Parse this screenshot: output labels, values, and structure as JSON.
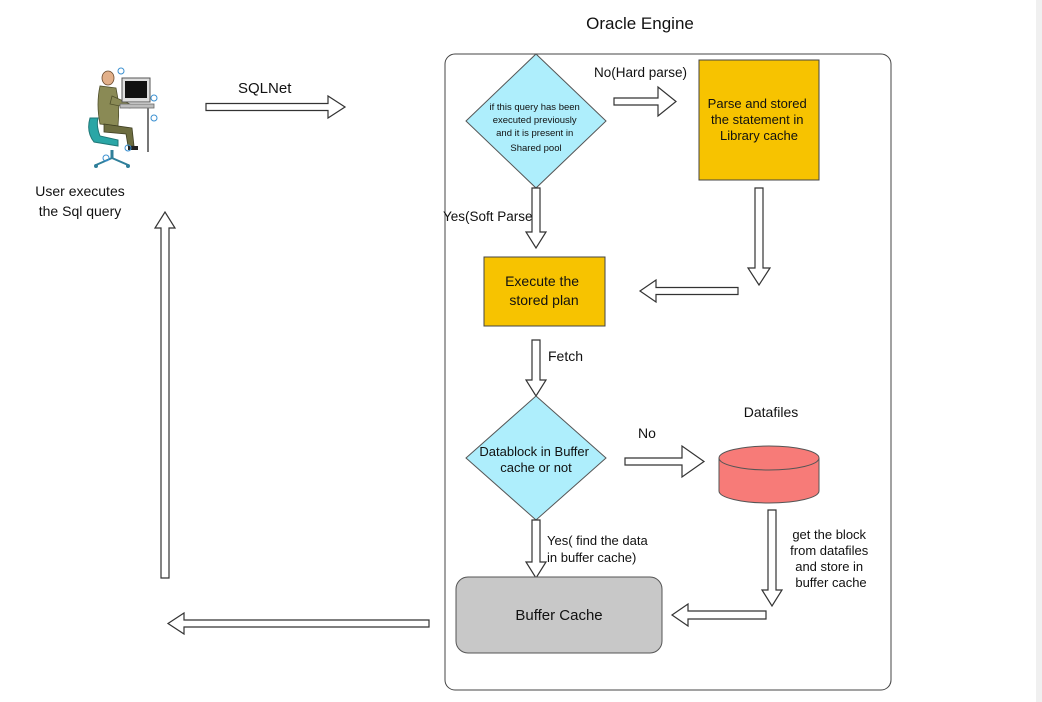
{
  "title": "Oracle Engine",
  "user": {
    "caption_line1": "User executes",
    "caption_line2": "the Sql query"
  },
  "labels": {
    "sqlnet": "SQLNet",
    "hard_parse": "No(Hard parse)",
    "soft_parse": "Yes(Soft Parse)",
    "fetch": "Fetch",
    "no": "No",
    "datafiles": "Datafiles",
    "yes_find": [
      "Yes( find the data",
      "in buffer cache)"
    ],
    "get_block": [
      "get the block",
      "from datafiles",
      "and store in",
      "buffer cache"
    ]
  },
  "nodes": {
    "decision_shared_pool": [
      "if this query has been",
      "executed previously",
      "and it is present in",
      "Shared pool"
    ],
    "parse_store": [
      "Parse and stored",
      "the statement in",
      "Library cache"
    ],
    "execute_plan": [
      "Execute the",
      "stored plan"
    ],
    "decision_buffer": [
      "Datablock in Buffer",
      "cache or not"
    ],
    "buffer_cache": "Buffer Cache"
  },
  "colors": {
    "decision_fill": "#aeeefc",
    "process_fill": "#f7c300",
    "datafile_fill": "#f77b78",
    "buffer_fill": "#c8c8c8"
  }
}
